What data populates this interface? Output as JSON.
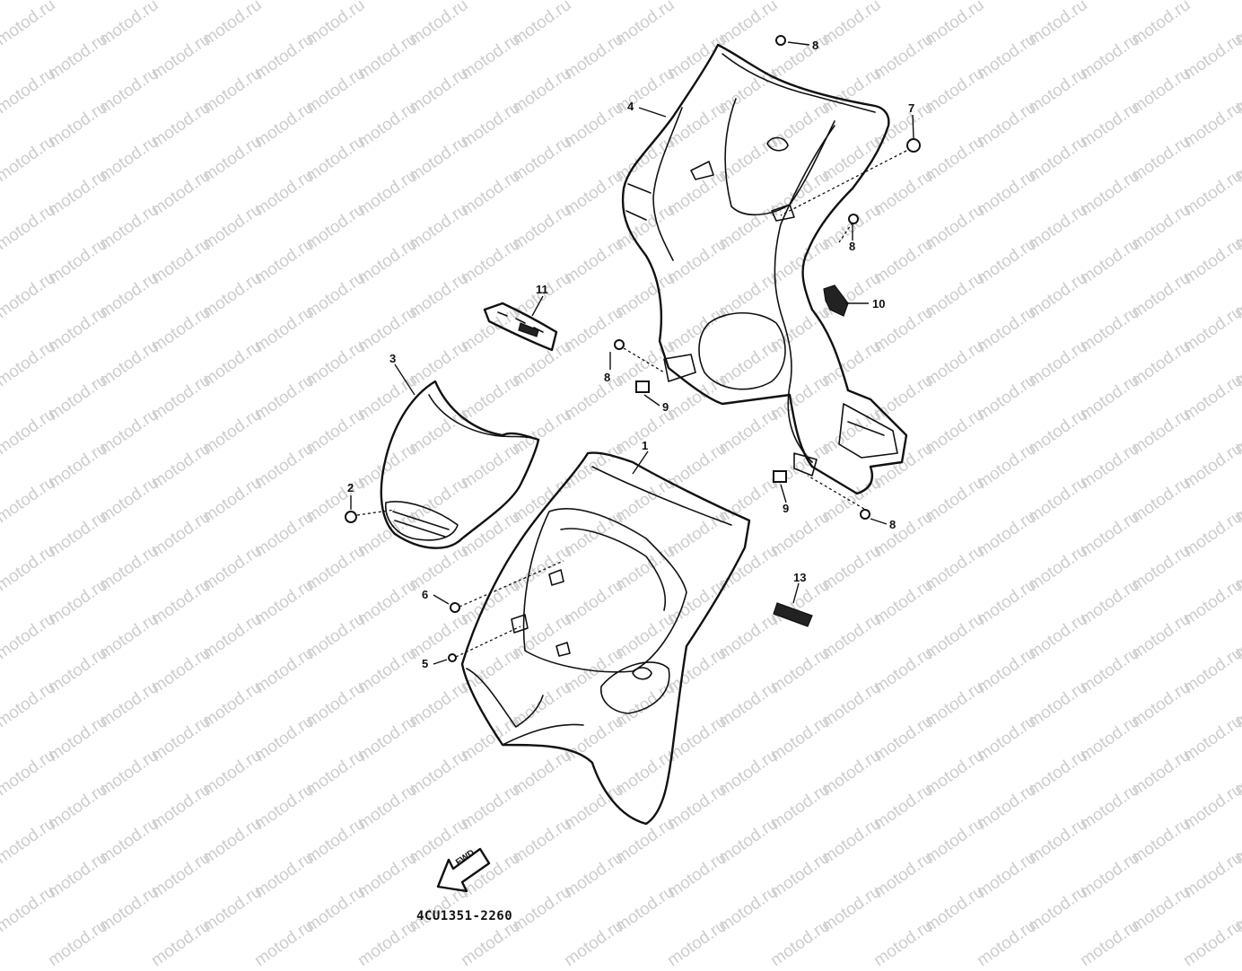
{
  "watermark": "motod.ru",
  "diagram_code": "4CU1351-2260",
  "fwd_label": "FWD",
  "callouts": [
    {
      "id": "c1",
      "label": "1"
    },
    {
      "id": "c2",
      "label": "2"
    },
    {
      "id": "c3",
      "label": "3"
    },
    {
      "id": "c4",
      "label": "4"
    },
    {
      "id": "c5",
      "label": "5"
    },
    {
      "id": "c6",
      "label": "6"
    },
    {
      "id": "c7",
      "label": "7"
    },
    {
      "id": "c8a",
      "label": "8"
    },
    {
      "id": "c8b",
      "label": "8"
    },
    {
      "id": "c8c",
      "label": "8"
    },
    {
      "id": "c8d",
      "label": "8"
    },
    {
      "id": "c9a",
      "label": "9"
    },
    {
      "id": "c9b",
      "label": "9"
    },
    {
      "id": "c10",
      "label": "10"
    },
    {
      "id": "c11",
      "label": "11"
    },
    {
      "id": "c13",
      "label": "13"
    }
  ]
}
